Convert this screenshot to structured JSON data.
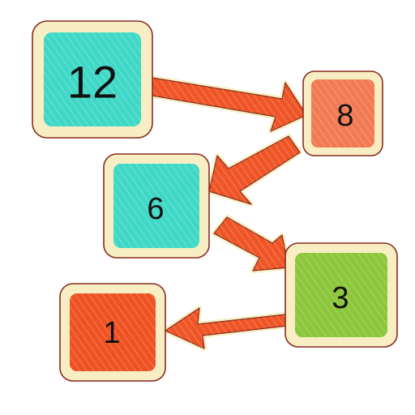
{
  "colors": {
    "background": "#ffffff",
    "frame_fill": "#f7efc3",
    "frame_stroke": "#8a2a1f",
    "teal": "#3fd8c6",
    "salmon": "#f17a52",
    "green": "#8cc63a",
    "red_orange": "#ef5223",
    "arrow_fill": "#ef5526",
    "arrow_stroke": "#8a2a1f"
  },
  "nodes": [
    {
      "id": "node-12",
      "label": "12",
      "color": "teal"
    },
    {
      "id": "node-8",
      "label": "8",
      "color": "salmon"
    },
    {
      "id": "node-6",
      "label": "6",
      "color": "teal"
    },
    {
      "id": "node-3",
      "label": "3",
      "color": "green"
    },
    {
      "id": "node-1",
      "label": "1",
      "color": "red_orange"
    }
  ],
  "edges": [
    {
      "from": "node-12",
      "to": "node-8"
    },
    {
      "from": "node-8",
      "to": "node-6"
    },
    {
      "from": "node-6",
      "to": "node-3"
    },
    {
      "from": "node-3",
      "to": "node-1"
    }
  ],
  "style": "sketchy hand-drawn hatching"
}
